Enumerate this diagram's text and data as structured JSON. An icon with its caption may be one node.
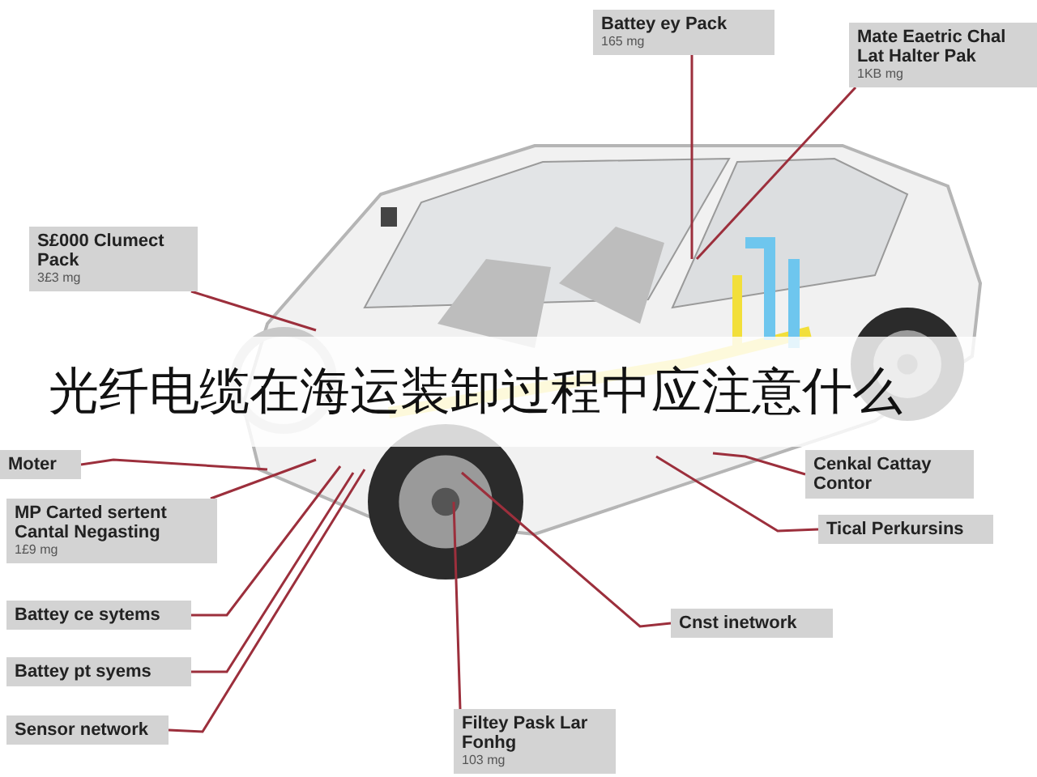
{
  "diagram": {
    "title": "光纤电缆在海运装卸过程中应注意什么",
    "nodes": [
      {
        "text": [
          "Battey ey Pack",
          "165 mg"
        ]
      },
      {
        "text": [
          "Mate Eaetric Chal Lat Halter Pak",
          "1KB mg"
        ]
      },
      {
        "text": [
          "S£000 Clumect Pack",
          "3£3 mg"
        ]
      },
      {
        "text": [
          "Moter"
        ]
      },
      {
        "text": [
          "MP Carted sertent Cantal Negasting",
          "1£9 mg"
        ]
      },
      {
        "text": [
          "Battey ce sytems"
        ]
      },
      {
        "text": [
          "Battey pt syems"
        ]
      },
      {
        "text": [
          "Sensor network"
        ]
      },
      {
        "text": [
          "Filtey Pask Lar Fonhg",
          "103 mg"
        ]
      },
      {
        "text": [
          "Cnst inetwork"
        ]
      },
      {
        "text": [
          "Tical Perkursins"
        ]
      },
      {
        "text": [
          "Cenkal Cattay Contor"
        ]
      },
      {
        "text": [],
        "shape": "picture"
      }
    ],
    "edges": [
      {
        "from": 0,
        "to": 12,
        "arrow": "none"
      },
      {
        "from": 1,
        "to": 12,
        "arrow": "none"
      },
      {
        "from": 2,
        "to": 12,
        "arrow": "none"
      },
      {
        "from": 3,
        "to": 12,
        "arrow": "none"
      },
      {
        "from": 4,
        "to": 12,
        "arrow": "none"
      },
      {
        "from": 5,
        "to": 12,
        "arrow": "none"
      },
      {
        "from": 6,
        "to": 12,
        "arrow": "none"
      },
      {
        "from": 7,
        "to": 12,
        "arrow": "none"
      },
      {
        "from": 8,
        "to": 12,
        "arrow": "none"
      },
      {
        "from": 9,
        "to": 12,
        "arrow": "none"
      },
      {
        "from": 10,
        "to": 12,
        "arrow": "none"
      },
      {
        "from": 11,
        "to": 12,
        "arrow": "none"
      }
    ]
  }
}
